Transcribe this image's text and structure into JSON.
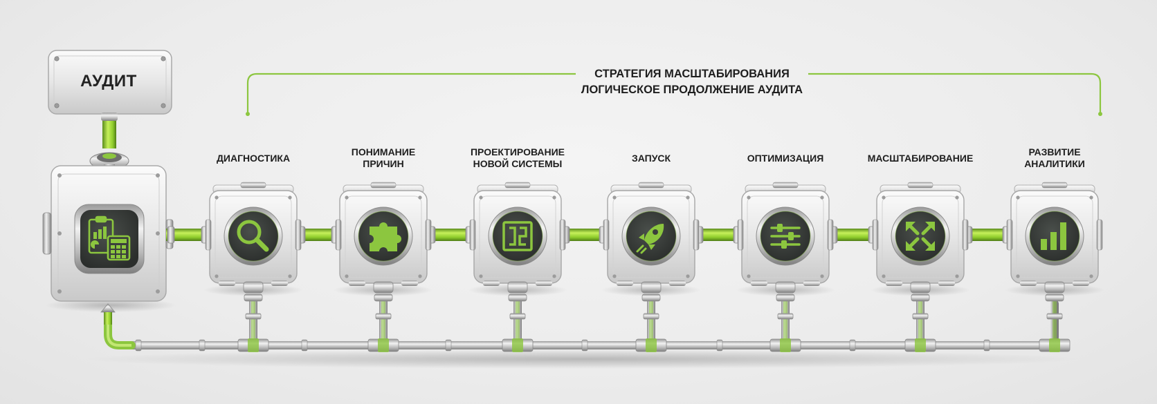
{
  "audit": {
    "label": "АУДИТ"
  },
  "strategy": {
    "title": "СТРАТЕГИЯ МАСШТАБИРОВАНИЯ",
    "subtitle": "ЛОГИЧЕСКОЕ ПРОДОЛЖЕНИЕ АУДИТА"
  },
  "stages": [
    {
      "lines": [
        "ДИАГНОСТИКА"
      ],
      "icon": "magnifier-icon"
    },
    {
      "lines": [
        "ПОНИМАНИЕ",
        "ПРИЧИН"
      ],
      "icon": "puzzle-piece-icon"
    },
    {
      "lines": [
        "ПРОЕКТИРОВАНИЕ",
        "НОВОЙ СИСТЕМЫ"
      ],
      "icon": "blueprint-icon"
    },
    {
      "lines": [
        "ЗАПУСК"
      ],
      "icon": "rocket-icon"
    },
    {
      "lines": [
        "ОПТИМИЗАЦИЯ"
      ],
      "icon": "sliders-icon"
    },
    {
      "lines": [
        "МАСШТАБИРОВАНИЕ"
      ],
      "icon": "expand-arrows-icon"
    },
    {
      "lines": [
        "РАЗВИТИЕ",
        "АНАЛИТИКИ"
      ],
      "icon": "bar-chart-icon"
    }
  ],
  "colors": {
    "accent": "#8cc63f",
    "icon_disc": "#3b3f3c",
    "metal": "#e9e9e9",
    "text": "#1e1e1e"
  }
}
